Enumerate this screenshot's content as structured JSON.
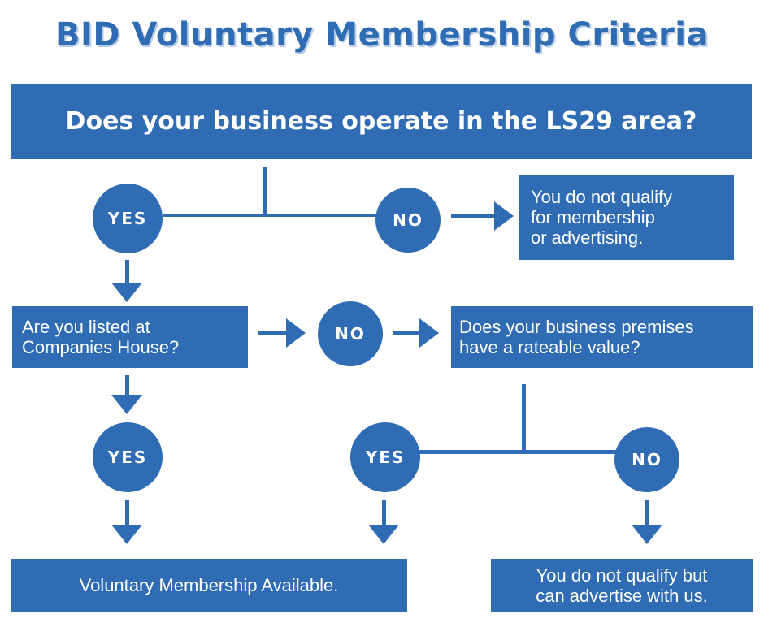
{
  "title": "BID Voluntary Membership Criteria",
  "questions": {
    "ls29": "Does your business operate in the LS29 area?",
    "companies_house_line1": "Are you listed at",
    "companies_house_line2": "Companies House?",
    "rateable_line1": "Does your business premises",
    "rateable_line2": "have a rateable value?"
  },
  "answers": {
    "yes": "YES",
    "no": "NO"
  },
  "outcomes": {
    "no_qualify_line1": "You do not qualify",
    "no_qualify_line2": "for membership",
    "no_qualify_line3": "or advertising.",
    "membership_available": "Voluntary Membership Available.",
    "advertise_line1": "You do not qualify but",
    "advertise_line2": "can advertise with us."
  },
  "colors": {
    "primary": "#2f6cb3",
    "text_on_primary": "#ffffff",
    "background": "#ffffff"
  }
}
